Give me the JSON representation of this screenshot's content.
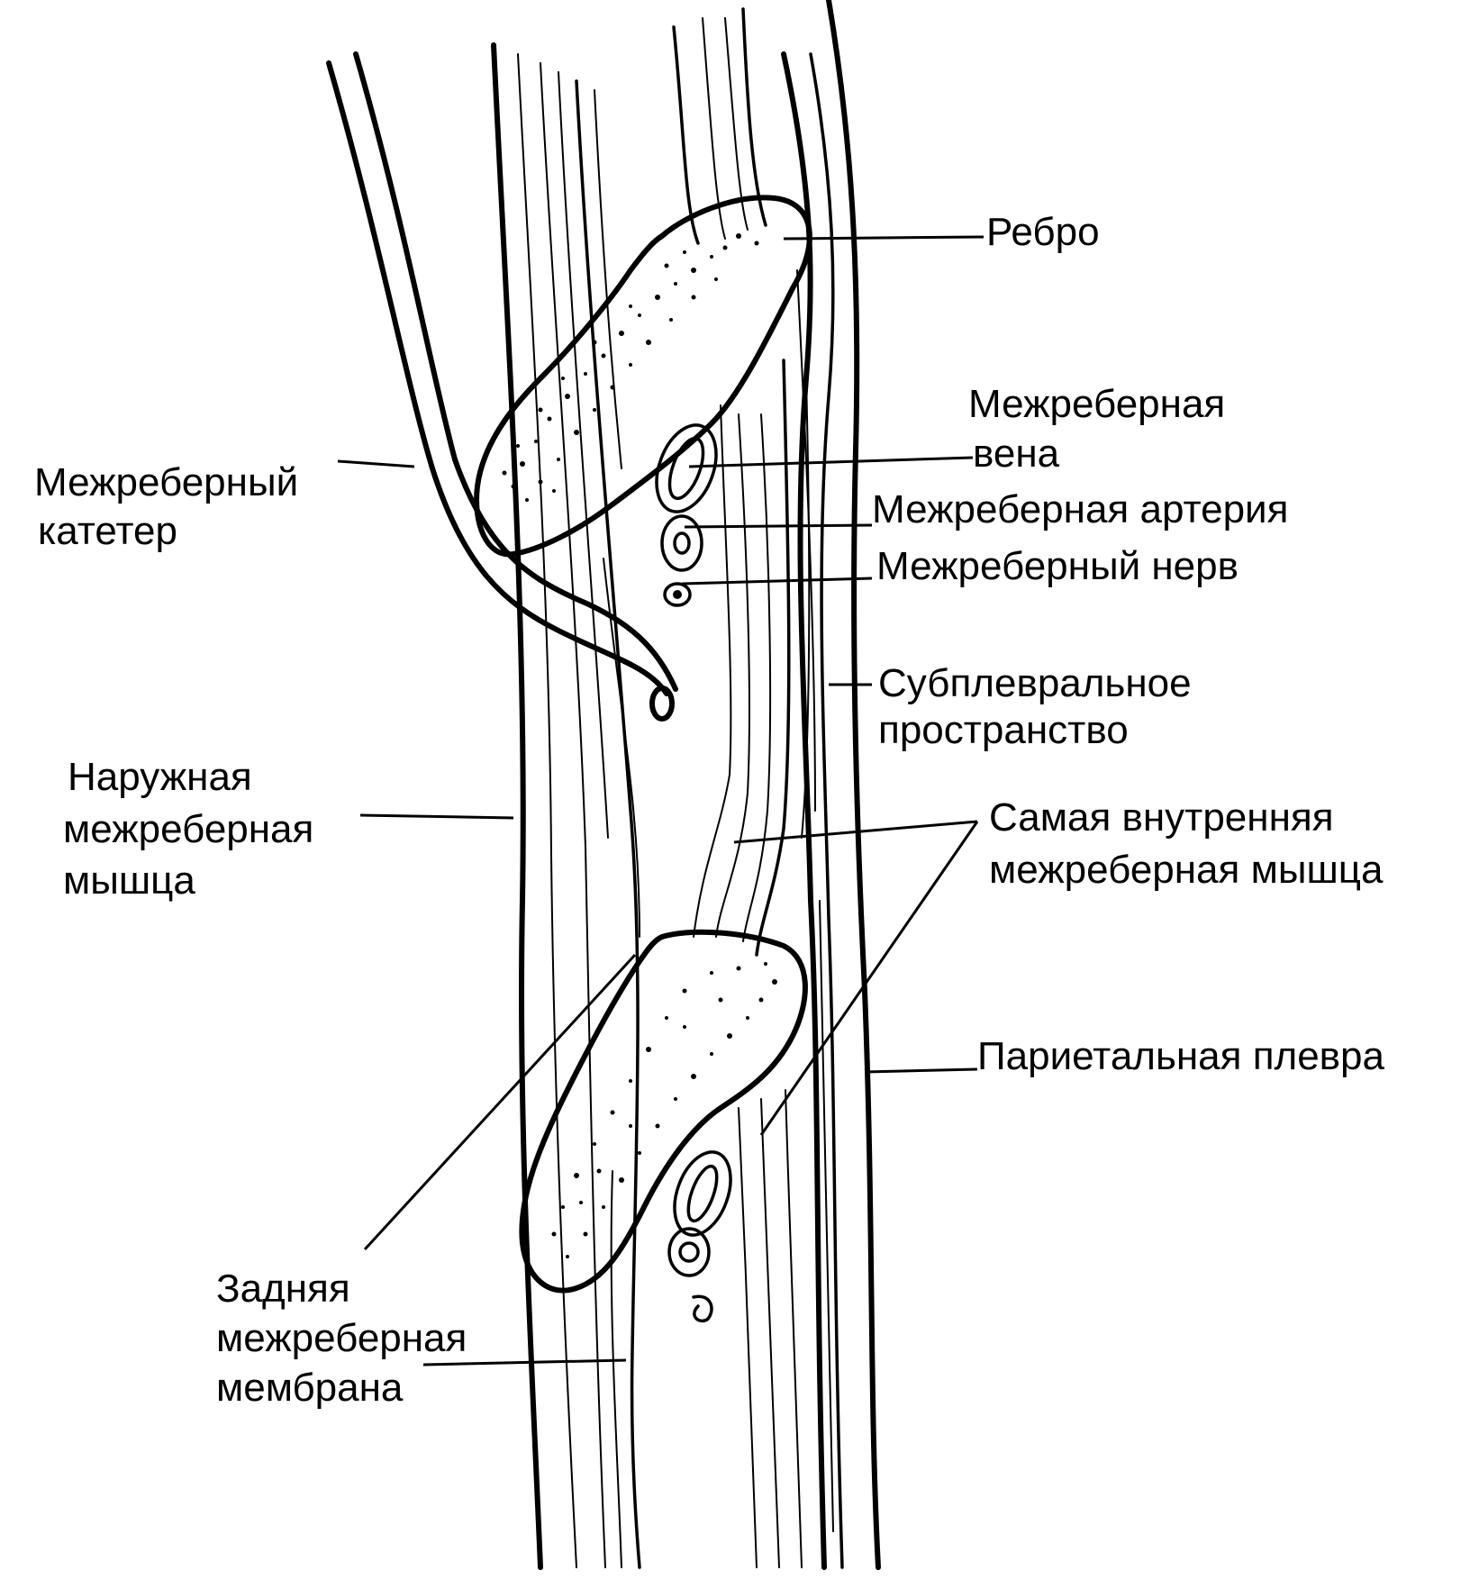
{
  "labels": {
    "rib": "Ребро",
    "vein_line1": "Межреберная",
    "vein_line2": "вена",
    "artery": "Межреберная артерия",
    "nerve": "Межреберный нерв",
    "subpleural_line1": "Субплевральное",
    "subpleural_line2": "пространство",
    "innermost_line1": "Самая внутренняя",
    "innermost_line2": "межреберная мышца",
    "parietal_pleura": "Париетальная плевра",
    "catheter_line1": "Межреберный",
    "catheter_line2": "катетер",
    "external_line1": "Наружная",
    "external_line2": "межреберная",
    "external_line3": "мышца",
    "membrane_line1": "Задняя",
    "membrane_line2": "межреберная",
    "membrane_line3": "мембрана"
  }
}
